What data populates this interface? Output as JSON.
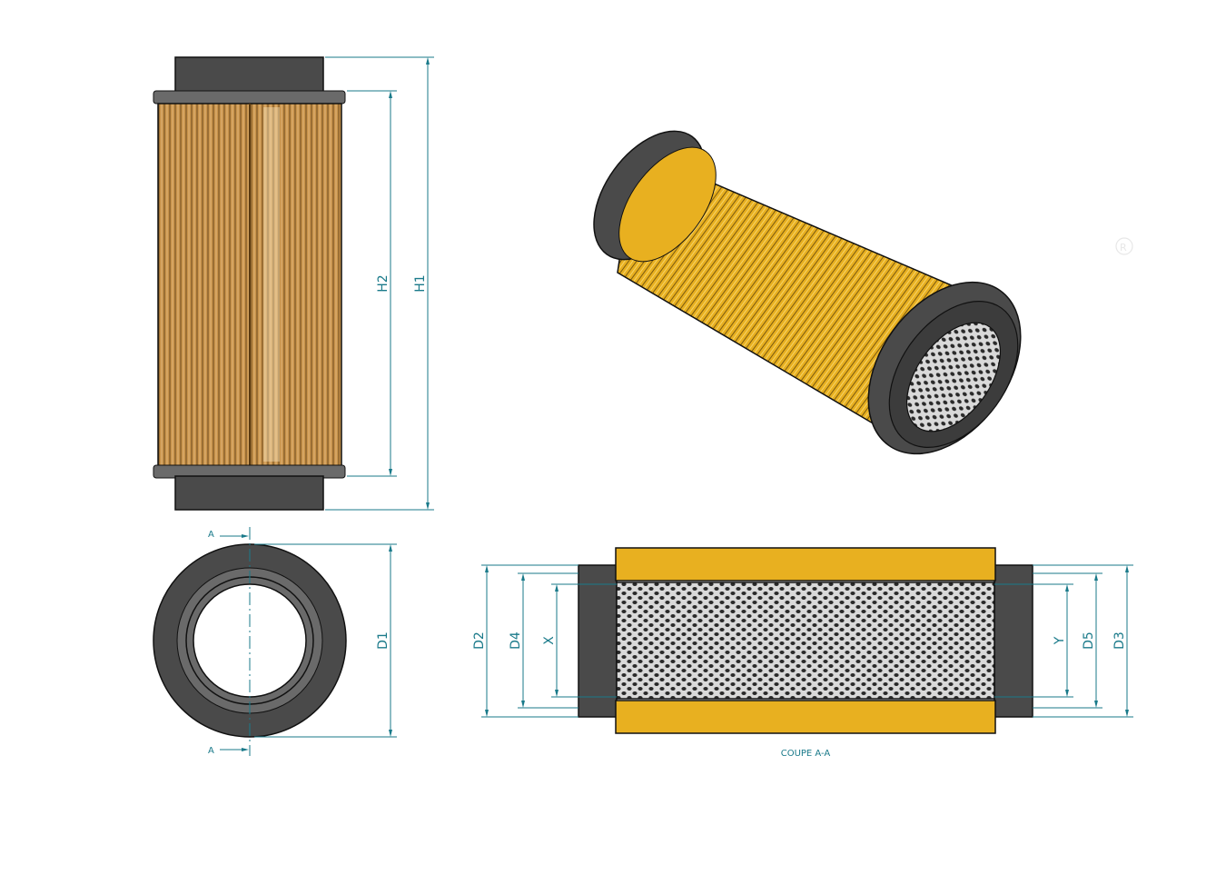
{
  "views": {
    "front": {
      "h1_label": "H1",
      "h2_label": "H2"
    },
    "top": {
      "d1_label": "D1",
      "section_mark_top": "A",
      "section_mark_bottom": "A"
    },
    "section": {
      "d2_label": "D2",
      "d4_label": "D4",
      "x_label": "X",
      "y_label": "Y",
      "d5_label": "D5",
      "d3_label": "D3",
      "caption": "COUPE A-A"
    }
  },
  "colors": {
    "dimension_line": "#1a7a8a",
    "rubber_cap": "#4a4a4a",
    "filter_media": "#e8b020",
    "pleats_front": "#c8934a"
  },
  "icons": {
    "watermark": "registered-trademark-icon"
  }
}
